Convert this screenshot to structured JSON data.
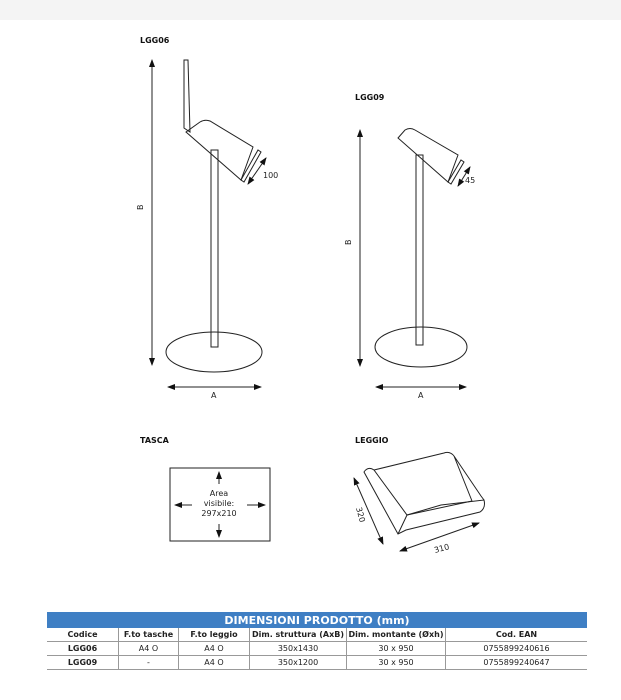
{
  "drawings": {
    "lgg06": {
      "title": "LGG06",
      "dim_b": "B",
      "dim_a": "A",
      "dim_pocket": "100"
    },
    "lgg09": {
      "title": "LGG09",
      "dim_b": "B",
      "dim_a": "A",
      "dim_pocket": "45"
    },
    "tasca": {
      "title": "TASCA",
      "area_line1": "Area",
      "area_line2": "visibile:",
      "area_line3": "297x210"
    },
    "leggio": {
      "title": "LEGGIO",
      "dim_depth": "320",
      "dim_width": "310"
    }
  },
  "table": {
    "title": "DIMENSIONI PRODOTTO (mm)",
    "header_color": "#3f7fc4",
    "columns": [
      "Codice",
      "F.to tasche",
      "F.to leggio",
      "Dim. struttura (AxB)",
      "Dim. montante (Øxh)",
      "Cod. EAN"
    ],
    "rows": [
      [
        "LGG06",
        "A4 O",
        "A4 O",
        "350x1430",
        "30 x 950",
        "0755899240616"
      ],
      [
        "LGG09",
        "-",
        "A4 O",
        "350x1200",
        "30 x 950",
        "0755899240647"
      ]
    ]
  }
}
